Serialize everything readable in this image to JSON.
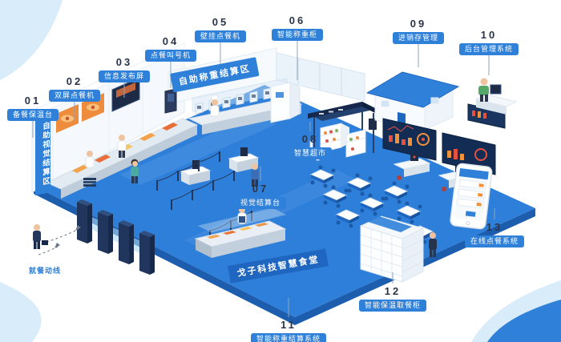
{
  "colors": {
    "primary_blue": "#2f80d9",
    "floor_blue": "#2e7fd9",
    "dark_navy": "#1d2b47",
    "accent_orange": "#ee8c3d",
    "accent_red": "#e8503e",
    "light_blue": "#d9ecfa"
  },
  "banners": {
    "left_wall_vertical": "自助视觉结算区",
    "back_wall": "自助称重结算区",
    "floor_front": "戈子科技智慧食堂"
  },
  "flow_label": "就餐动线",
  "callouts": [
    {
      "number": "01",
      "label": "备餐保温台"
    },
    {
      "number": "02",
      "label": "双屏点餐机"
    },
    {
      "number": "03",
      "label": "信息发布屏"
    },
    {
      "number": "04",
      "label": "点餐叫号机"
    },
    {
      "number": "05",
      "label": "壁挂点餐机"
    },
    {
      "number": "06",
      "label": "智能称重柜"
    },
    {
      "number": "07",
      "label": "视觉结算台"
    },
    {
      "number": "08",
      "label": "智慧超市"
    },
    {
      "number": "09",
      "label": "进销存管理"
    },
    {
      "number": "10",
      "label": "后台管理系统"
    },
    {
      "number": "11",
      "label": "智能称重结算系统"
    },
    {
      "number": "12",
      "label": "智能保温取餐柜"
    },
    {
      "number": "13",
      "label": "在线点餐系统"
    }
  ]
}
